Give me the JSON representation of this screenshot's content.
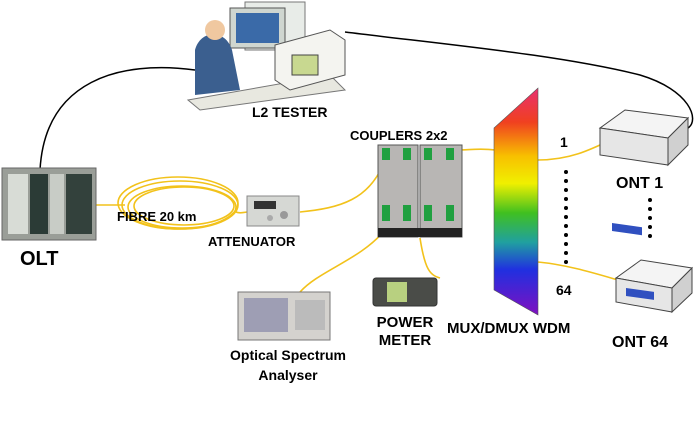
{
  "labels": {
    "l2_tester": "L2 TESTER",
    "olt": "OLT",
    "fibre": "FIBRE 20 km",
    "attenuator": "ATTENUATOR",
    "couplers": "COUPLERS 2x2",
    "osa_line1": "Optical Spectrum",
    "osa_line2": "Analyser",
    "power_line1": "POWER",
    "power_line2": "METER",
    "mux": "MUX/DMUX WDM",
    "port_1": "1",
    "port_64": "64",
    "ont1": "ONT 1",
    "ont64": "ONT 64"
  },
  "colors": {
    "fibre": "#f2c21b",
    "cable": "#000000"
  }
}
